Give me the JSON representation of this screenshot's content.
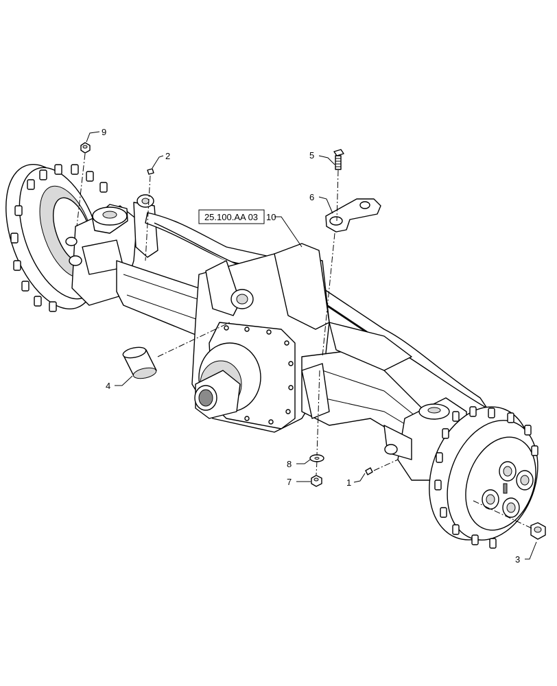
{
  "diagram": {
    "reference_label": "25.100.AA 03",
    "callouts": [
      {
        "id": "1",
        "label": "1"
      },
      {
        "id": "2",
        "label": "2"
      },
      {
        "id": "3",
        "label": "3"
      },
      {
        "id": "4",
        "label": "4"
      },
      {
        "id": "5",
        "label": "5"
      },
      {
        "id": "6",
        "label": "6"
      },
      {
        "id": "7",
        "label": "7"
      },
      {
        "id": "8",
        "label": "8"
      },
      {
        "id": "9",
        "label": "9"
      },
      {
        "id": "10",
        "label": "10"
      }
    ]
  }
}
